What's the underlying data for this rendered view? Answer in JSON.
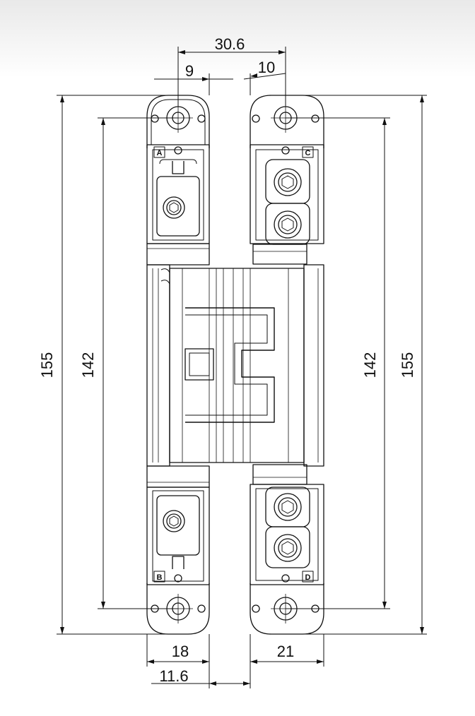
{
  "dimensions": {
    "top_overall": "30.6",
    "top_left_offset": "9",
    "top_right_offset": "10",
    "left_overall_height": "155",
    "left_hole_spacing": "142",
    "right_hole_spacing": "142",
    "right_overall_height": "155",
    "bottom_left_width": "18",
    "bottom_right_width": "21",
    "bottom_offset": "11.6"
  },
  "part_labels": {
    "top_left": "A",
    "top_right": "C",
    "bottom_left": "B",
    "bottom_right": "D"
  },
  "colors": {
    "line": "#111111",
    "background": "#ffffff"
  }
}
